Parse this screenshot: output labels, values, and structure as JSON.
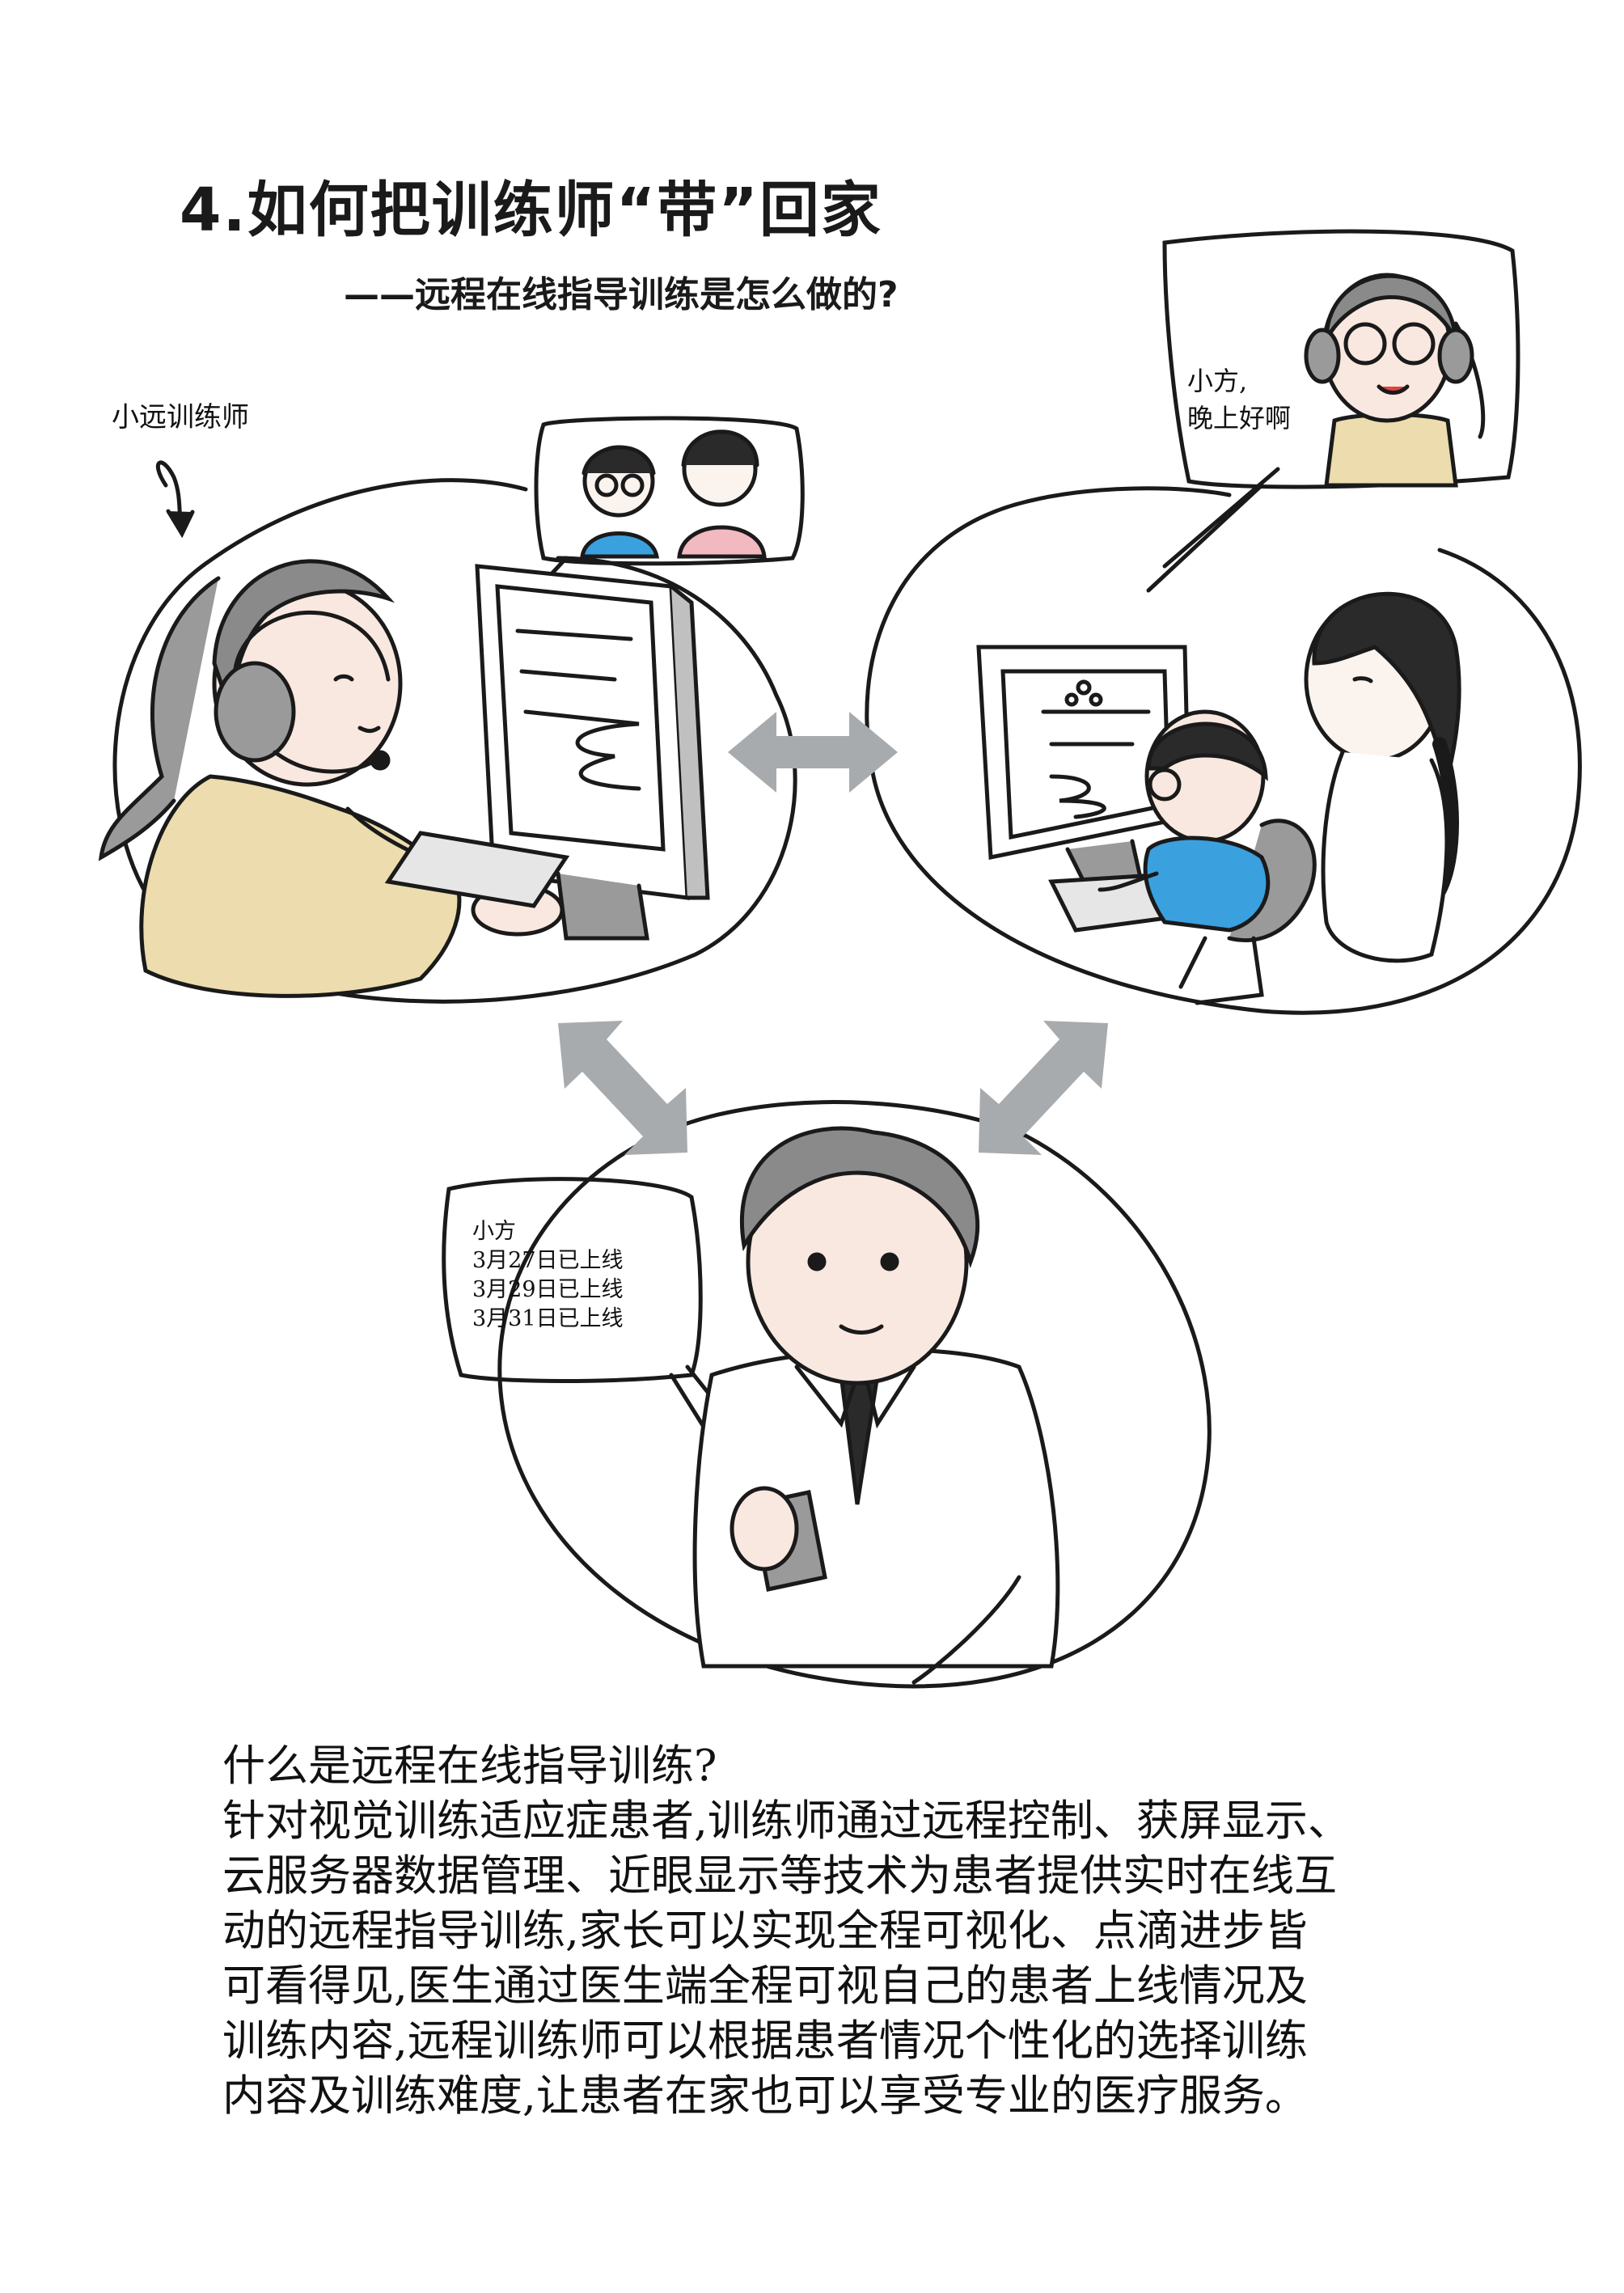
{
  "title": "4.如何把训练师“带”回家",
  "subtitle": "——远程在线指导训练是怎么做的?",
  "trainer_label": "小远训练师",
  "mom_bubble": {
    "line1": "小方,",
    "line2": "晚上好啊"
  },
  "doctor_bubble": {
    "name": "小方",
    "records": [
      "3月27日已上线",
      "3月29日已上线",
      "3月31日已上线"
    ]
  },
  "body": {
    "lines": [
      "什么是远程在线指导训练?",
      "针对视觉训练适应症患者,训练师通过远程控制、获屏显示、",
      "云服务器数据管理、近眼显示等技术为患者提供实时在线互",
      "动的远程指导训练,家长可以实现全程可视化、点滴进步皆",
      "可看得见,医生通过医生端全程可视自己的患者上线情况及",
      "训练内容,远程训练师可以根据患者情况个性化的选择训练",
      "内容及训练难度,让患者在家也可以享受专业的医疗服务。"
    ]
  },
  "colors": {
    "outline": "#1a1a1a",
    "arrow": "#a8abae",
    "sweater": "#ecdcae",
    "child_shirt": "#3aa0de",
    "skin": "#f8e8df",
    "hair_gray": "#8a8a8a",
    "hair_dark": "#2a2a2a"
  }
}
